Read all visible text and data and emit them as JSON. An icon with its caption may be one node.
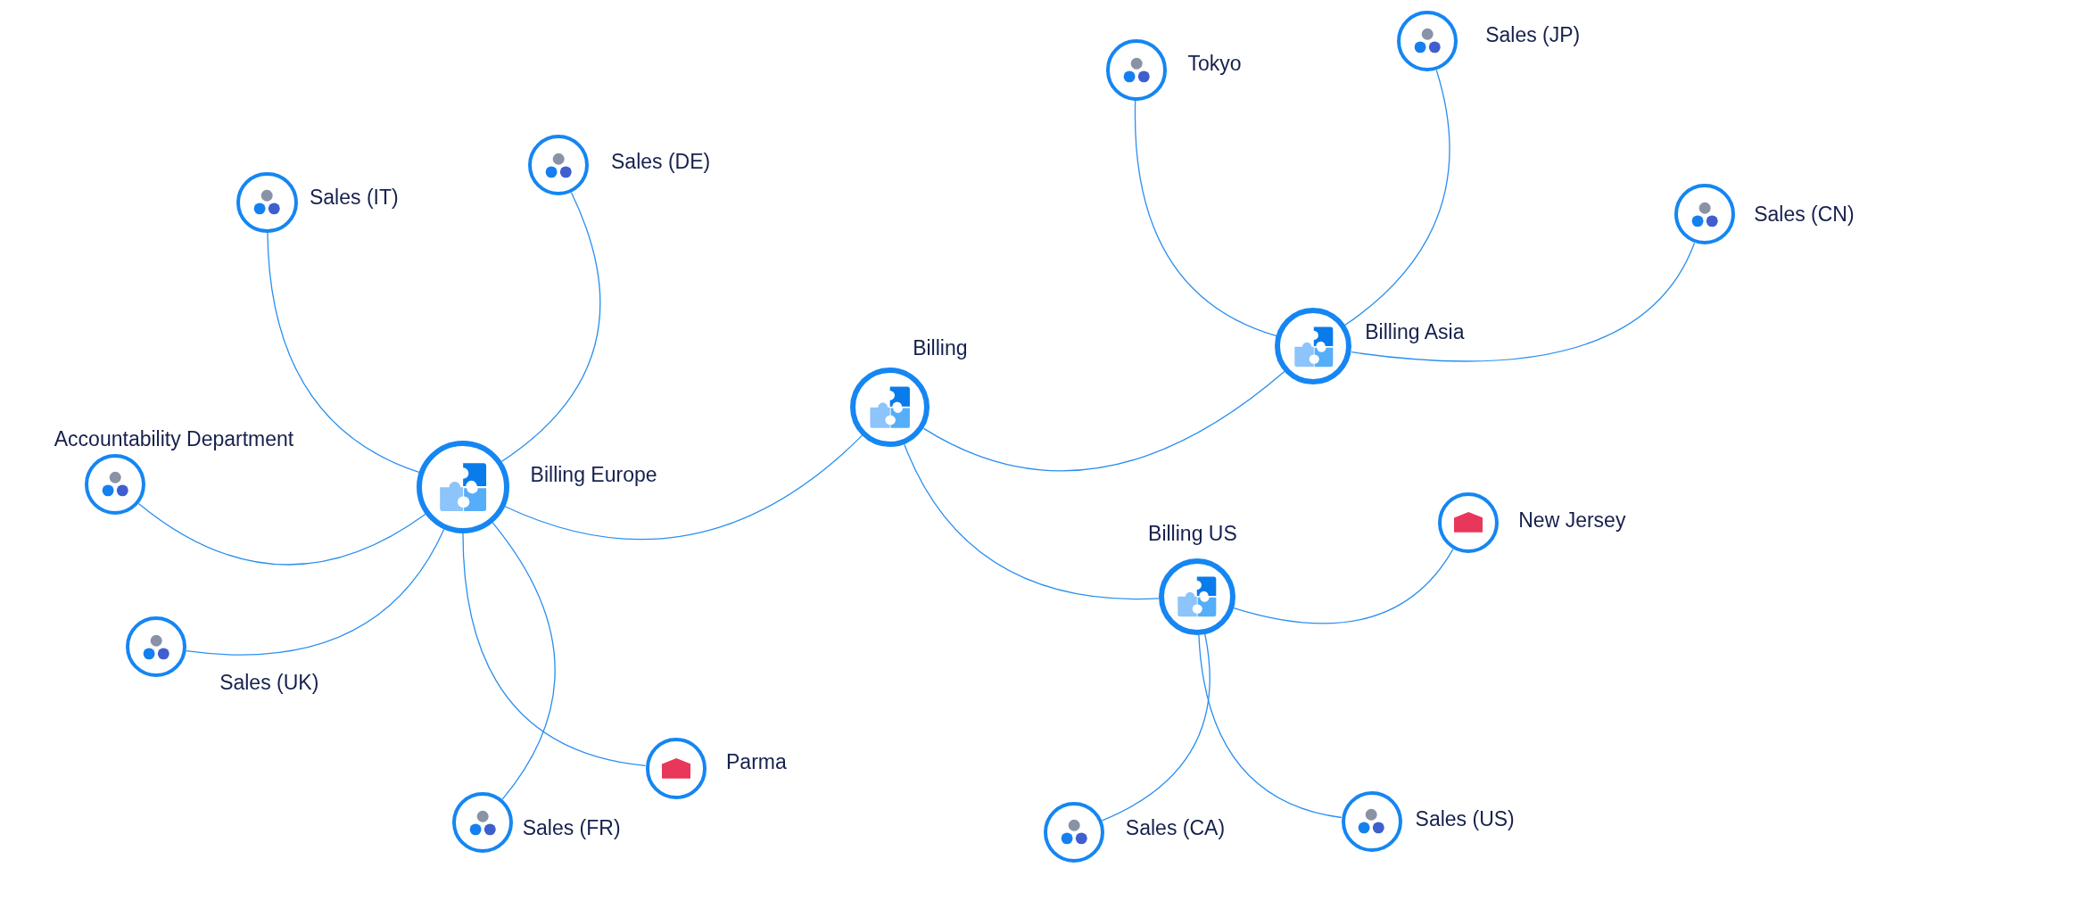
{
  "diagram": {
    "nodes": [
      {
        "text": [
          "Billing"
        ]
      },
      {
        "text": [
          "Billing Europe"
        ]
      },
      {
        "text": [
          "Billing Asia"
        ]
      },
      {
        "text": [
          "Billing US"
        ]
      },
      {
        "text": [
          "Sales (IT)"
        ]
      },
      {
        "text": [
          "Sales (DE)"
        ]
      },
      {
        "text": [
          "Accountability Department"
        ]
      },
      {
        "text": [
          "Sales (UK)"
        ]
      },
      {
        "text": [
          "Parma"
        ]
      },
      {
        "text": [
          "Sales (FR)"
        ]
      },
      {
        "text": [
          "Tokyo"
        ]
      },
      {
        "text": [
          "Sales (JP)"
        ]
      },
      {
        "text": [
          "Sales (CN)"
        ]
      },
      {
        "text": [
          "New Jersey"
        ]
      },
      {
        "text": [
          "Sales (CA)"
        ]
      },
      {
        "text": [
          "Sales (US)"
        ]
      }
    ],
    "edges": [
      {
        "from": 0,
        "to": 1,
        "arrow": "none"
      },
      {
        "from": 0,
        "to": 2,
        "arrow": "none"
      },
      {
        "from": 0,
        "to": 3,
        "arrow": "none"
      },
      {
        "from": 1,
        "to": 4,
        "arrow": "none"
      },
      {
        "from": 1,
        "to": 5,
        "arrow": "none"
      },
      {
        "from": 1,
        "to": 6,
        "arrow": "none"
      },
      {
        "from": 1,
        "to": 7,
        "arrow": "none"
      },
      {
        "from": 1,
        "to": 8,
        "arrow": "none"
      },
      {
        "from": 1,
        "to": 9,
        "arrow": "none"
      },
      {
        "from": 2,
        "to": 10,
        "arrow": "none"
      },
      {
        "from": 2,
        "to": 11,
        "arrow": "none"
      },
      {
        "from": 2,
        "to": 12,
        "arrow": "none"
      },
      {
        "from": 3,
        "to": 13,
        "arrow": "none"
      },
      {
        "from": 3,
        "to": 14,
        "arrow": "none"
      },
      {
        "from": 3,
        "to": 15,
        "arrow": "none"
      }
    ]
  }
}
